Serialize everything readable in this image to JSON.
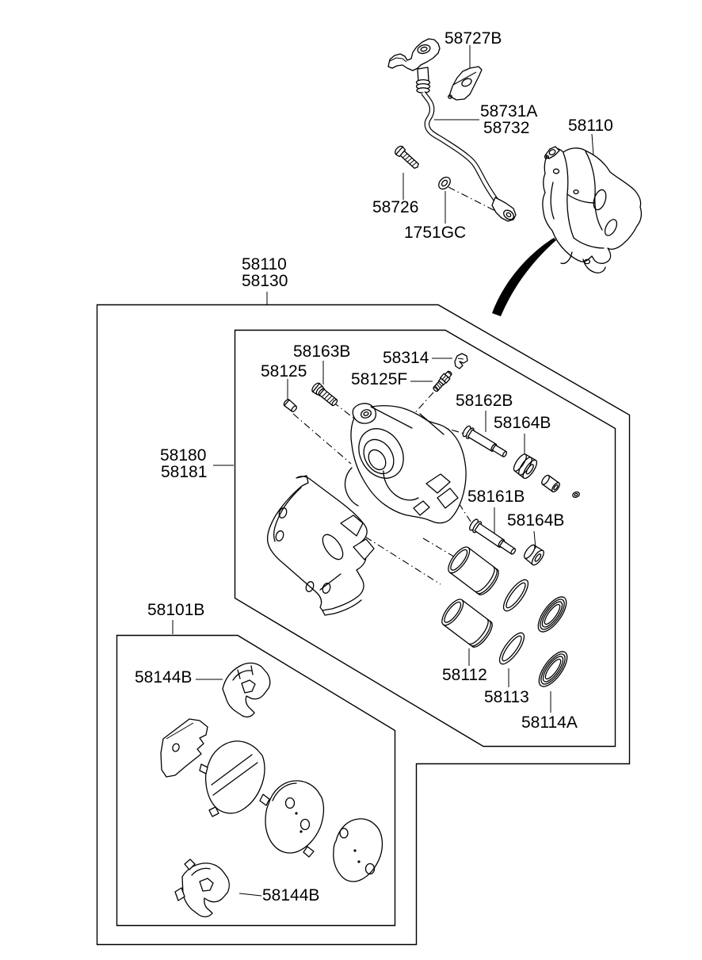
{
  "colors": {
    "background": "#ffffff",
    "line": "#000000",
    "text": "#000000"
  },
  "diagram_type": "exploded-parts-diagram",
  "subject": "front brake caliper and pad kit",
  "callouts": [
    {
      "group": "hose-assembly",
      "name": "hose-clip",
      "text": "58727B"
    },
    {
      "group": "hose-assembly",
      "name": "brake-hose",
      "text": "58731A"
    },
    {
      "group": "hose-assembly",
      "name": "brake-hose-alt",
      "text": "58732"
    },
    {
      "group": "hose-assembly",
      "name": "caliper-assembly",
      "text": "58110"
    },
    {
      "group": "hose-assembly",
      "name": "hose-bolt",
      "text": "58726"
    },
    {
      "group": "hose-assembly",
      "name": "hose-gasket",
      "text": "1751GC"
    },
    {
      "group": "caliper-kit-box",
      "name": "caliper-kit",
      "text": "58110"
    },
    {
      "group": "caliper-kit-box",
      "name": "caliper-kit-alt",
      "text": "58130"
    },
    {
      "group": "caliper-kit-box",
      "name": "guide-bolt",
      "text": "58163B"
    },
    {
      "group": "caliper-kit-box",
      "name": "cap-pin",
      "text": "58125"
    },
    {
      "group": "caliper-kit-box",
      "name": "spring-clip",
      "text": "58314"
    },
    {
      "group": "caliper-kit-box",
      "name": "bleeder-screw",
      "text": "58125F"
    },
    {
      "group": "caliper-kit-box",
      "name": "guide-rod-upper",
      "text": "58162B"
    },
    {
      "group": "caliper-kit-box",
      "name": "rod-boot-upper",
      "text": "58164B"
    },
    {
      "group": "caliper-kit-box",
      "name": "carrier",
      "text": "58180"
    },
    {
      "group": "caliper-kit-box",
      "name": "carrier-alt",
      "text": "58181"
    },
    {
      "group": "caliper-kit-box",
      "name": "guide-rod-lower",
      "text": "58161B"
    },
    {
      "group": "caliper-kit-box",
      "name": "rod-boot-lower",
      "text": "58164B"
    },
    {
      "group": "caliper-kit-box",
      "name": "piston",
      "text": "58112"
    },
    {
      "group": "caliper-kit-box",
      "name": "piston-seal",
      "text": "58113"
    },
    {
      "group": "caliper-kit-box",
      "name": "piston-boot",
      "text": "58114A"
    },
    {
      "group": "pad-kit-box",
      "name": "pad-kit",
      "text": "58101B"
    },
    {
      "group": "pad-kit-box",
      "name": "pad-clip-upper",
      "text": "58144B"
    },
    {
      "group": "pad-kit-box",
      "name": "pad-clip-lower",
      "text": "58144B"
    }
  ]
}
